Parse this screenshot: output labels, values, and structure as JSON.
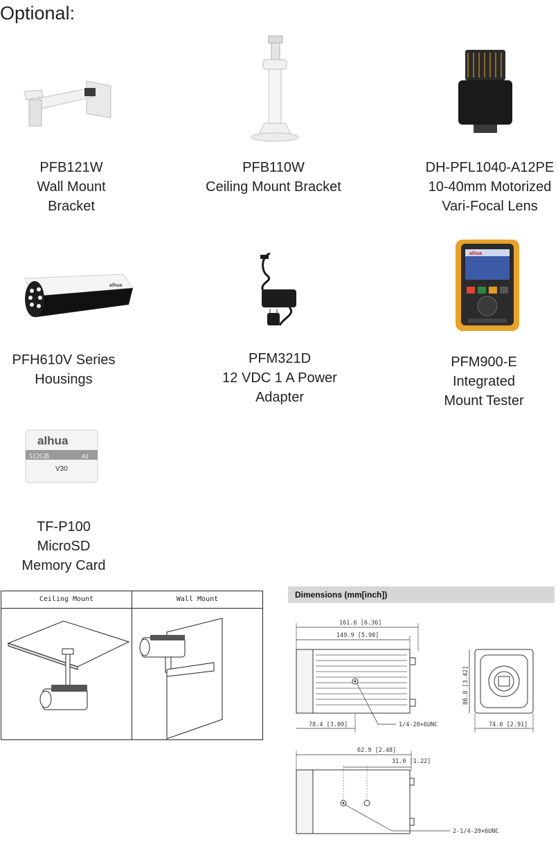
{
  "heading": "Optional:",
  "accessories": [
    {
      "lines": [
        "PFB121W",
        "Wall Mount",
        "Bracket"
      ],
      "icon": "wall-mount-bracket-icon"
    },
    {
      "lines": [
        "PFB110W",
        "Ceiling Mount Bracket"
      ],
      "icon": "ceiling-mount-bracket-icon"
    },
    {
      "lines": [
        "DH-PFL1040-A12PE",
        "10-40mm Motorized",
        "Vari-Focal Lens"
      ],
      "icon": "lens-icon"
    },
    {
      "lines": [
        "PFH610V Series",
        "Housings"
      ],
      "icon": "housing-icon"
    },
    {
      "lines": [
        "PFM321D",
        "12 VDC 1 A Power",
        "Adapter"
      ],
      "icon": "power-adapter-icon"
    },
    {
      "lines": [
        "PFM900-E",
        "Integrated",
        "Mount Tester"
      ],
      "icon": "mount-tester-icon"
    },
    {
      "lines": [
        "TF-P100",
        "MicroSD",
        "Memory Card"
      ],
      "icon": "microsd-card-icon"
    }
  ],
  "microsd": {
    "brand": "alhua",
    "capacity": "512GB",
    "speed": "V30",
    "class": "A2"
  },
  "tester_brand": "alhua",
  "housing_brand": "alhua",
  "mount_diagram": {
    "ceiling_label": "Ceiling Mount",
    "wall_label": "Wall Mount"
  },
  "dimensions": {
    "title": "Dimensions (mm[inch])",
    "top_width_overall": "161.6 [6.36]",
    "top_width_body": "149.9 [5.90]",
    "height": "86.8 [3.42]",
    "bottom_offset": "78.4 [3.09]",
    "thread": "1/4-20×6UNC",
    "front_width": "74.0 [2.91]",
    "bottom_offset_a": "62.9 [2.48]",
    "bottom_offset_b": "31.0 [1.22]",
    "thread_2": "2-1/4-20×6UNC"
  }
}
